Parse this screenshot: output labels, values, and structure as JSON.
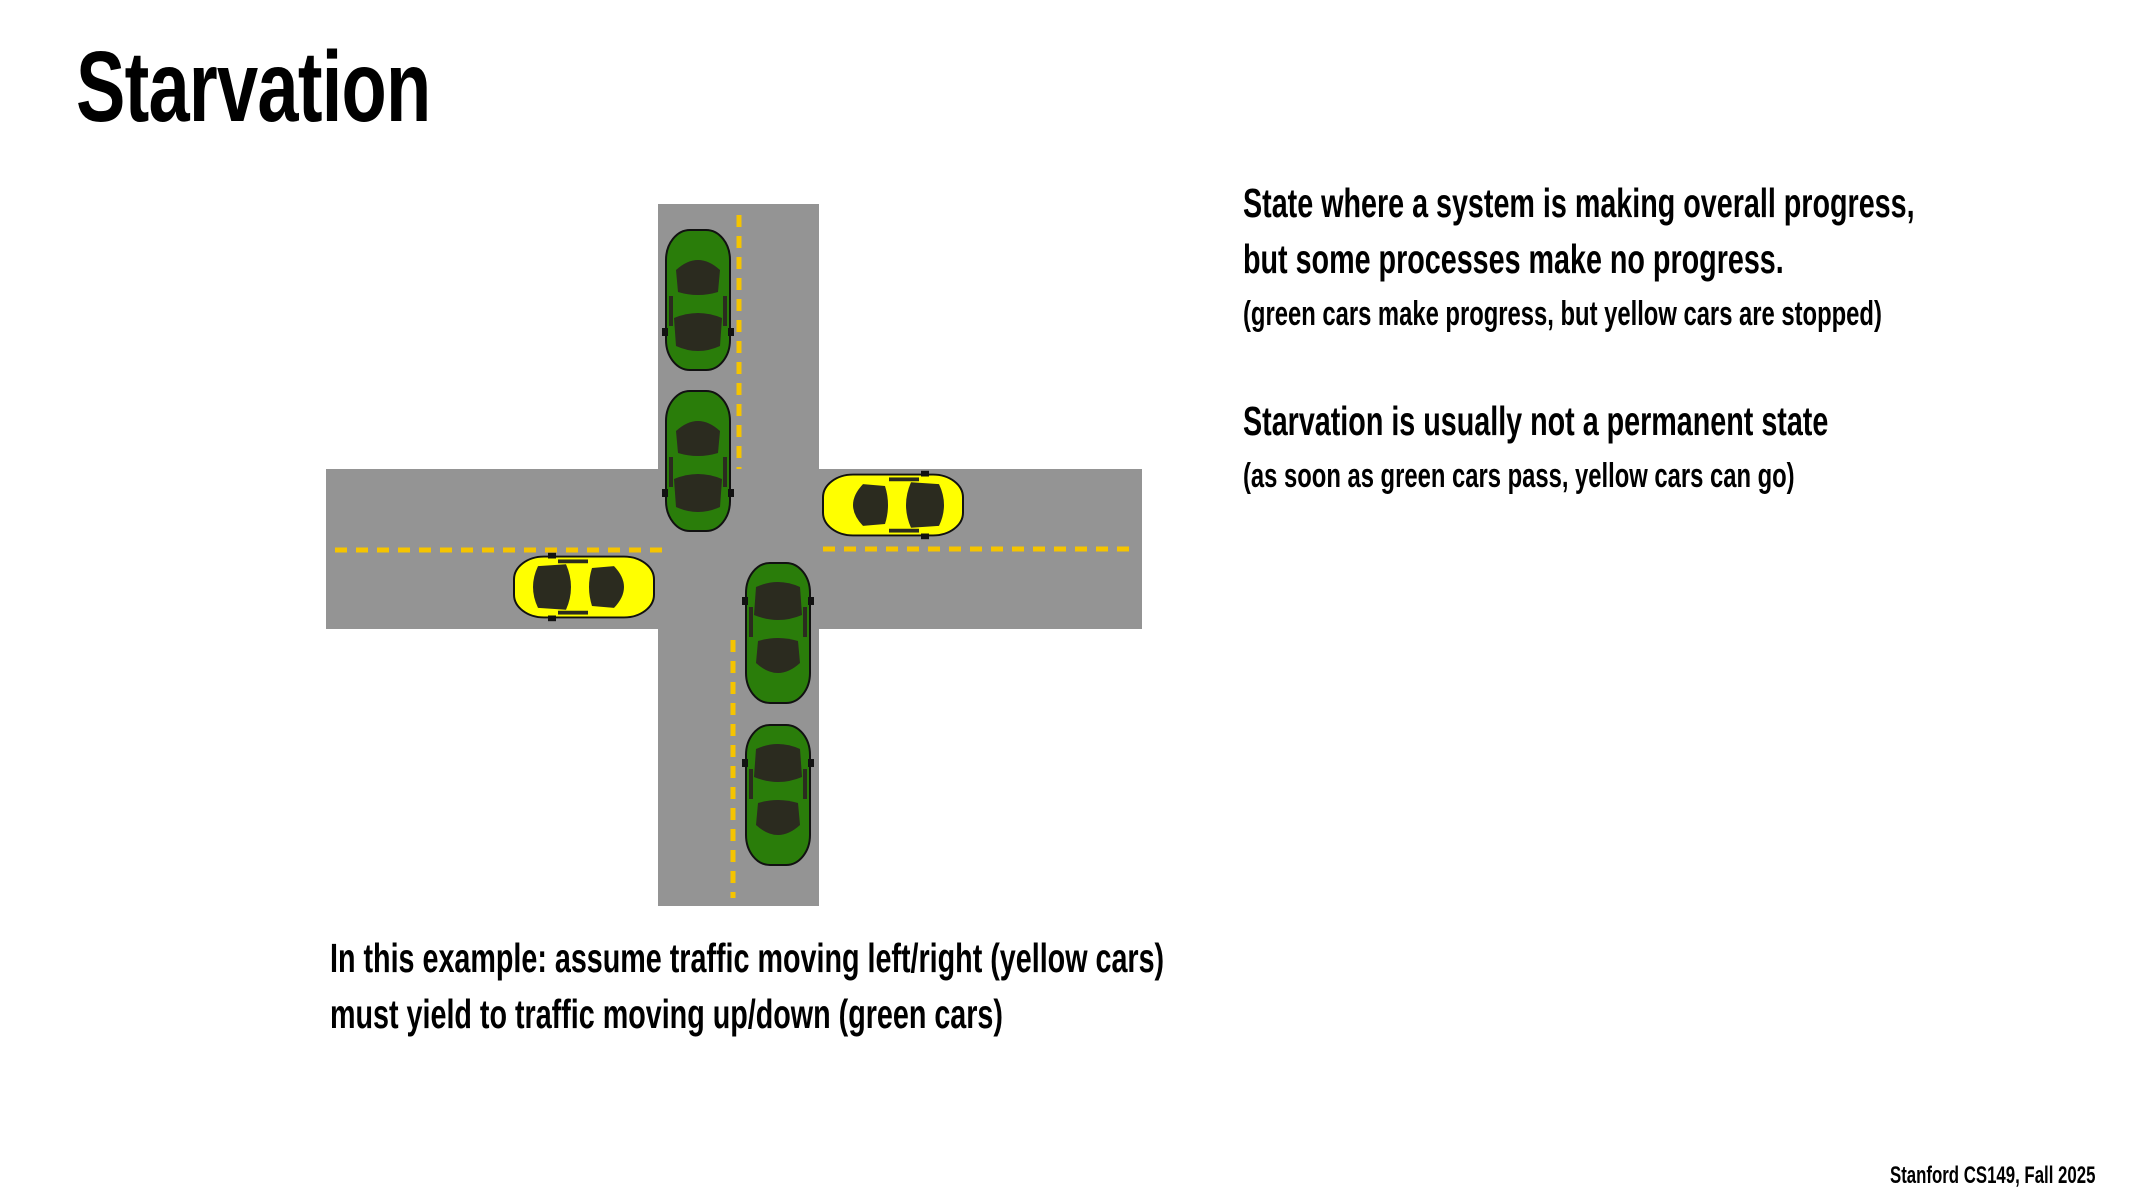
{
  "slide": {
    "title": "Starvation",
    "points": [
      {
        "main_lines": [
          "State where a system is making overall progress,",
          "but some processes make no progress."
        ],
        "note": "(green cars make progress, but yellow cars are stopped)"
      },
      {
        "main_lines": [
          "Starvation is usually not a permanent state"
        ],
        "note": "(as soon as green cars pass, yellow cars can go)"
      }
    ],
    "caption_lines": [
      "In this example: assume traffic moving left/right (yellow cars)",
      "must yield to traffic moving up/down (green cars)"
    ],
    "footer": "Stanford CS149, Fall 2025"
  },
  "colors": {
    "road": "#949494",
    "lane": "#f5c400",
    "green_car": "#2a7d0a",
    "yellow_car": "#ffff00",
    "window": "#2b2b1f"
  }
}
